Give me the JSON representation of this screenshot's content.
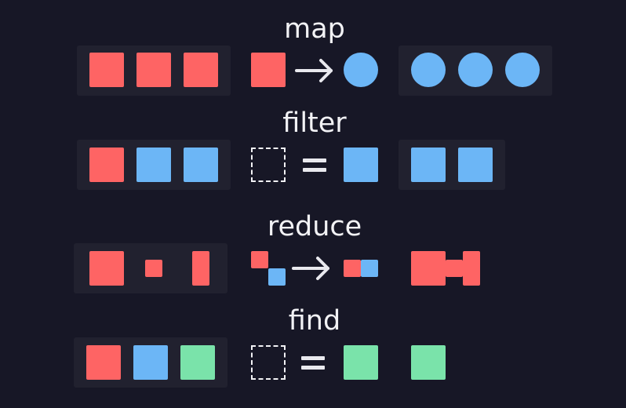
{
  "colors": {
    "background": "#171726",
    "panel": "#21212f",
    "red": "#fe6464",
    "blue": "#6cb6f6",
    "green": "#7ae3aa",
    "text": "#f2f2f5"
  },
  "sections": [
    {
      "key": "map",
      "title": "map",
      "input": [
        "red-square",
        "red-square",
        "red-square"
      ],
      "operation": "red-square → blue-circle",
      "output": [
        "blue-circle",
        "blue-circle",
        "blue-circle"
      ]
    },
    {
      "key": "filter",
      "title": "filter",
      "input": [
        "red-square",
        "blue-square",
        "blue-square"
      ],
      "operation": "placeholder = blue-square",
      "output": [
        "blue-square",
        "blue-square"
      ]
    },
    {
      "key": "reduce",
      "title": "reduce",
      "input": [
        "red-square-large",
        "red-square-small",
        "red-bar-tall"
      ],
      "operation": "red + blue → red-blue pair",
      "output": [
        "combined-red-shape"
      ]
    },
    {
      "key": "find",
      "title": "find",
      "input": [
        "red-square",
        "blue-square",
        "green-square"
      ],
      "operation": "placeholder = green-square",
      "output": [
        "green-square"
      ]
    }
  ]
}
